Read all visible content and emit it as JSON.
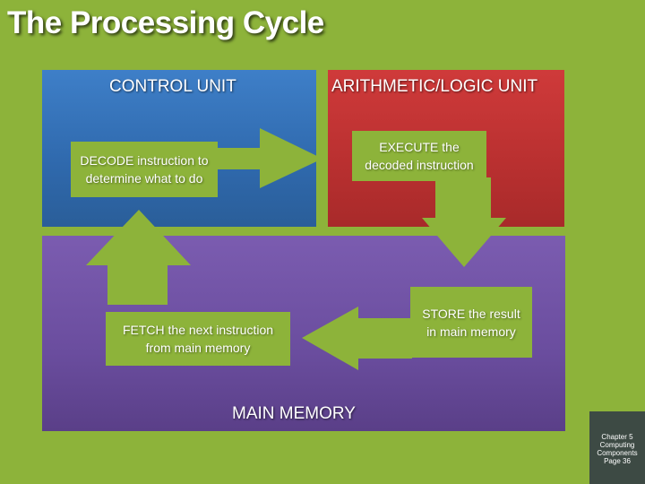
{
  "title": "The Processing Cycle",
  "units": {
    "control": "CONTROL UNIT",
    "alu": "ARITHMETIC/LOGIC UNIT",
    "memory": "MAIN MEMORY"
  },
  "steps": {
    "decode": "DECODE instruction to\ndetermine what to do",
    "execute": "EXECUTE the\ndecoded instruction",
    "store": "STORE the result\nin main memory",
    "fetch": "FETCH the next instruction\nfrom main memory"
  },
  "footer": {
    "chapter": "Chapter 5\nComputing\nComponents\nPage 36"
  },
  "colors": {
    "background": "#8db33a",
    "control_unit": "#3373bb",
    "alu": "#c23434",
    "main_memory": "#6a4d9e",
    "step_fill": "#8db33a"
  }
}
